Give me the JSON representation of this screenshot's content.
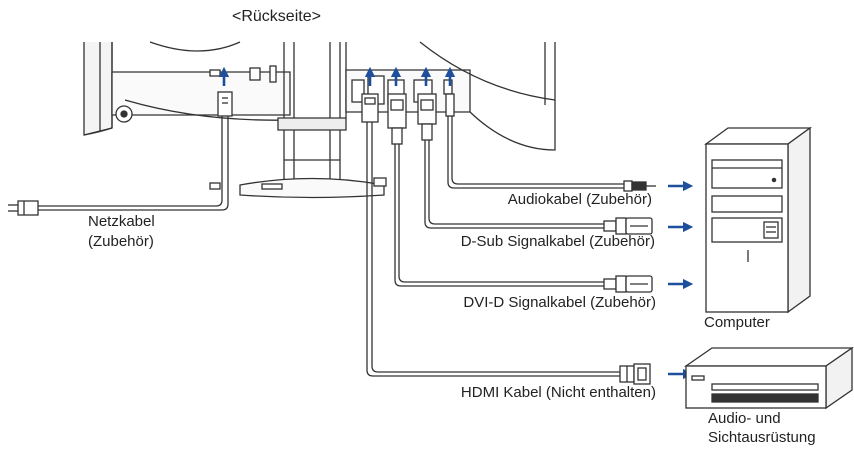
{
  "title": "<Rückseite>",
  "power_cable": {
    "line1": "Netzkabel",
    "line2": "(Zubehör)"
  },
  "cables": {
    "audio": "Audiokabel (Zubehör)",
    "dsub": "D-Sub Signalkabel (Zubehör)",
    "dvi": "DVI-D Signalkabel (Zubehör)",
    "hdmi": "HDMI Kabel (Nicht enthalten)"
  },
  "devices": {
    "computer": "Computer",
    "av_line1": "Audio- und",
    "av_line2": "Sichtausrüstung"
  },
  "colors": {
    "arrow": "#1d4f9c",
    "line": "#333333",
    "fill": "#ffffff"
  }
}
